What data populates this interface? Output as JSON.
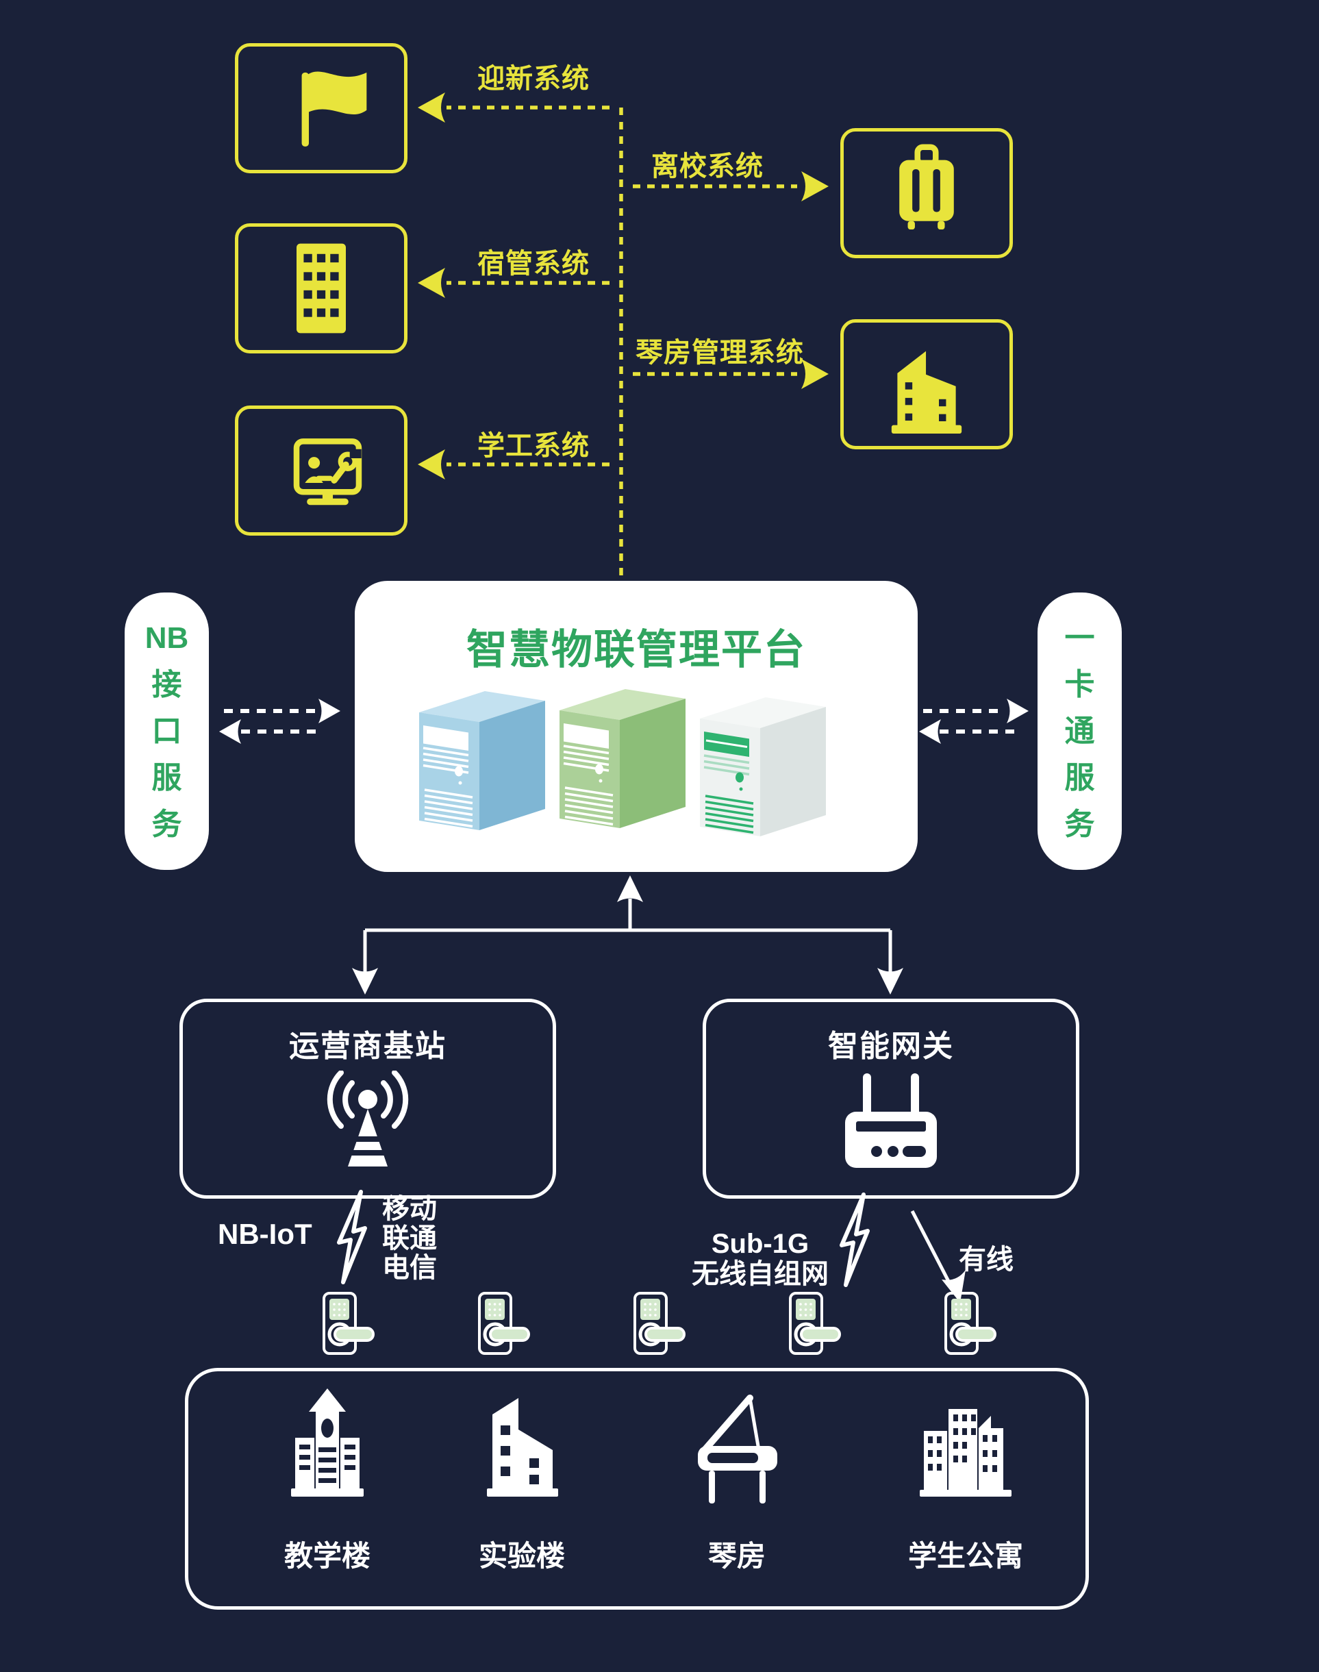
{
  "colors": {
    "background": "#1a2139",
    "accent_yellow": "#e8e43c",
    "accent_green": "#2fa55f",
    "white": "#ffffff",
    "lock_green": "#d4e9cd",
    "server_blue": "#a9d3e7",
    "server_green": "#abd098",
    "server_gray": "#eef2f1"
  },
  "systems": [
    {
      "label": "迎新系统",
      "icon": "flag-icon"
    },
    {
      "label": "离校系统",
      "icon": "suitcase-icon"
    },
    {
      "label": "宿管系统",
      "icon": "dorm-building-icon"
    },
    {
      "label": "琴房管理系统",
      "icon": "piano-building-icon"
    },
    {
      "label": "学工系统",
      "icon": "monitor-wrench-icon"
    }
  ],
  "platform": {
    "title": "智慧物联管理平台"
  },
  "nb_service": {
    "label": "NB接口服务",
    "lines": [
      "NB",
      "接",
      "口",
      "服",
      "务"
    ]
  },
  "card_service": {
    "label": "一卡通服务",
    "lines": [
      "一",
      "卡",
      "通",
      "服",
      "务"
    ]
  },
  "base_station": {
    "title": "运营商基站",
    "icon": "antenna-icon"
  },
  "gateway": {
    "title": "智能网关",
    "icon": "router-icon"
  },
  "links": {
    "nb_iot": "NB-IoT",
    "carriers": [
      "移动",
      "联通",
      "电信"
    ],
    "sub1g": [
      "Sub-1G",
      "无线自组网"
    ],
    "wired": "有线"
  },
  "buildings": [
    {
      "label": "教学楼",
      "icon": "school-building-icon"
    },
    {
      "label": "实验楼",
      "icon": "lab-building-icon"
    },
    {
      "label": "琴房",
      "icon": "grand-piano-icon"
    },
    {
      "label": "学生公寓",
      "icon": "apartment-buildings-icon"
    }
  ]
}
